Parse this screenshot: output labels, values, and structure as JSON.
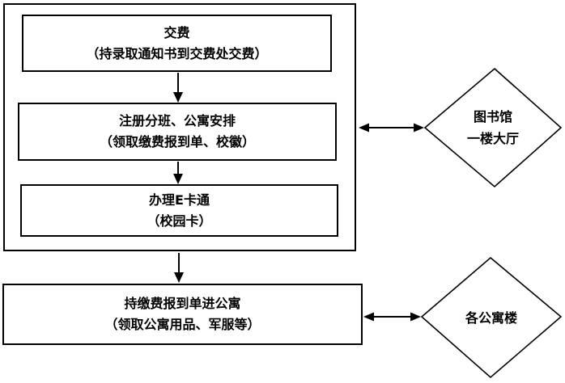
{
  "flowchart": {
    "colors": {
      "line": "#000000",
      "background": "#ffffff"
    },
    "boxes": [
      {
        "id": "pay",
        "line1": "交费",
        "line2": "（持录取通知书到交费处交费）"
      },
      {
        "id": "register",
        "line1": "注册分班、公寓安排",
        "line2": "（领取缴费报到单、校徽）"
      },
      {
        "id": "ecard",
        "line1": "办理E卡通",
        "line2": "（校园卡）"
      },
      {
        "id": "dorm",
        "line1": "持缴费报到单进公寓",
        "line2": "（领取公寓用品、军服等）"
      }
    ],
    "diamonds": [
      {
        "id": "library",
        "line1": "图书馆",
        "line2": "一楼大厅"
      },
      {
        "id": "dorm-buildings",
        "line1": "各公寓楼",
        "line2": ""
      }
    ],
    "connections": [
      {
        "from": "pay",
        "to": "register",
        "direction": "down"
      },
      {
        "from": "register",
        "to": "ecard",
        "direction": "down"
      },
      {
        "from": "process-group",
        "to": "dorm",
        "direction": "down"
      },
      {
        "from": "process-group",
        "to": "library",
        "direction": "both"
      },
      {
        "from": "dorm",
        "to": "dorm-buildings",
        "direction": "both"
      }
    ]
  }
}
